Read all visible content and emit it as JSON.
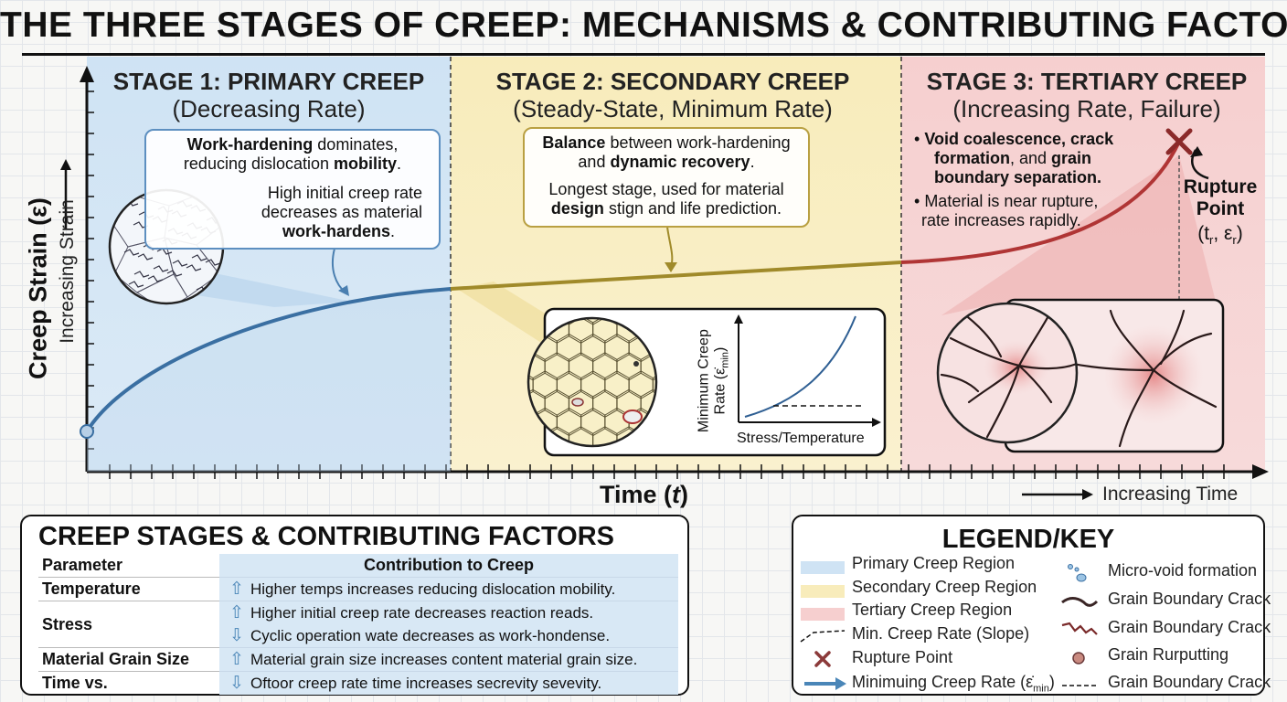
{
  "title": "THE THREE STAGES OF CREEP: MECHANISMS & CONTRIBUTING FACTORS",
  "colors": {
    "primary": "#cfe3f4",
    "secondary": "#f8ecbb",
    "tertiary": "#f6cfcf",
    "curve_primary": "#3a6fa2",
    "curve_secondary": "#a08a2a",
    "curve_tertiary": "#b03535"
  },
  "stages": [
    {
      "heading": "STAGE 1: PRIMARY CREEP",
      "sub": "(Decreasing Rate)"
    },
    {
      "heading": "STAGE 2: SECONDARY CREEP",
      "sub": "(Steady-State, Minimum Rate)"
    },
    {
      "heading": "STAGE 3: TERTIARY CREEP",
      "sub": "(Increasing Rate, Failure)"
    }
  ],
  "callout1": {
    "b1": "Work-hardening",
    "t1": " dominates,",
    "t2": "reducing dislocation ",
    "b2": "mobility",
    "t3": ".",
    "t4": "High initial creep rate",
    "t5": "decreases as material",
    "b3": "work-hardens",
    "t6": "."
  },
  "callout2": {
    "b1": "Balance",
    "t1": " between work-hardening",
    "t2": "and ",
    "b2": "dynamic recovery",
    "t3": ".",
    "t4": "Longest stage, used for material",
    "b3": "design",
    "t5": " stign and life prediction."
  },
  "tertiary_notes": {
    "bullet1_b1": "Void coalescence, crack",
    "bullet1_b2": "formation",
    "bullet1_t1": ", and ",
    "bullet1_b3": "grain",
    "bullet1_b4": "boundary separation.",
    "bullet2_l1": "Material is near rupture,",
    "bullet2_l2": "rate increases rapidly."
  },
  "rupture": {
    "l1": "Rupture",
    "l2": "Point",
    "l3": "(t",
    "sub_r": "r",
    "l4": ", ε",
    "sub_r2": "r",
    "l5": ")"
  },
  "axes": {
    "y_label": "Creep Strain (ε)",
    "y_sub": "Increasing Strain",
    "x_label": "Time (",
    "x_var": "t",
    "x_close": ")",
    "x_sub": "Increasing Time"
  },
  "inset": {
    "ylabel1": "Minimum Creep",
    "ylabel2": "Rate (ε̇",
    "ylabel_sub": "min",
    "ylabel3": ")",
    "xlabel": "Stress/Temperature"
  },
  "factors": {
    "title": "CREEP STAGES & CONTRIBUTING FACTORS",
    "col1": "Parameter",
    "col2": "Contribution to Creep",
    "rows": [
      {
        "param": "Temperature",
        "lines": [
          {
            "dir": "up",
            "text": "Higher temps increases reducing dislocation mobility."
          }
        ]
      },
      {
        "param": "Stress",
        "lines": [
          {
            "dir": "up",
            "text": "Higher initial creep rate decreases reaction reads."
          },
          {
            "dir": "down",
            "text": "Cyclic operation wate decreases as work-hondense."
          }
        ]
      },
      {
        "param": "Material Grain Size",
        "lines": [
          {
            "dir": "up",
            "text": "Material grain size increases content material grain size."
          }
        ]
      },
      {
        "param": "Time vs.",
        "lines": [
          {
            "dir": "down",
            "text": "Oftoor creep rate time increases secrevity sevevity."
          }
        ]
      }
    ]
  },
  "legend": {
    "title": "LEGEND/KEY",
    "left": [
      "Primary Creep Region",
      "Secondary Creep Region",
      "Tertiary Creep Region",
      "Min. Creep Rate (Slope)",
      "Rupture Point",
      "Minimuing Creep Rate (ε̇"
    ],
    "left_last_sub": "min",
    "left_last_close": ")",
    "right": [
      "Micro-void formation",
      "Grain Boundary Crack",
      "Grain Boundary Crack",
      "Grain Rurputting",
      "Grain Boundary Crack"
    ]
  }
}
